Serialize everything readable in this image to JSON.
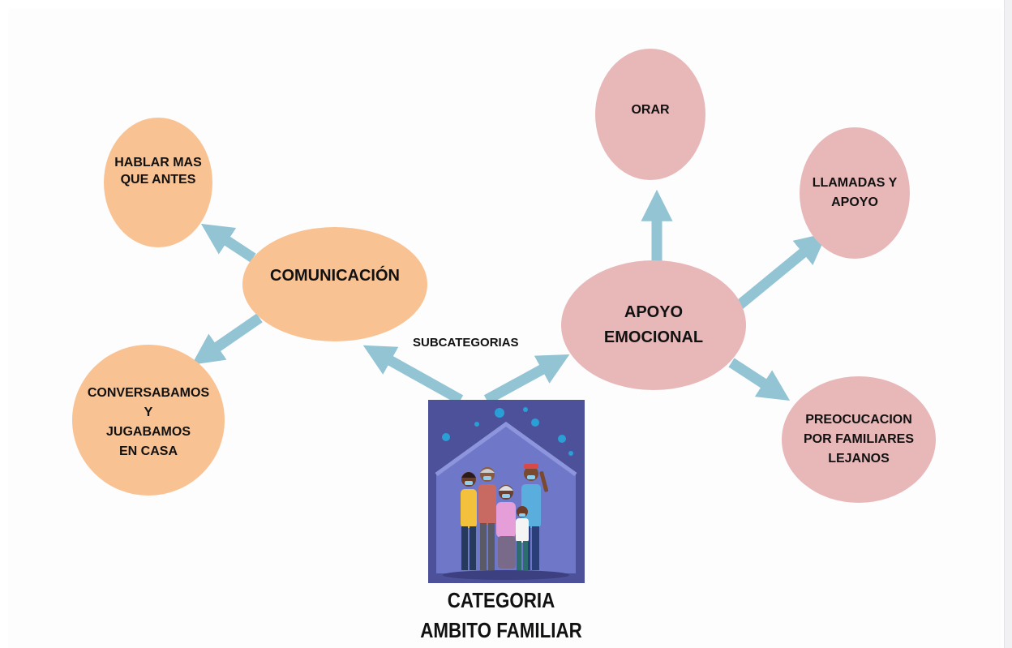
{
  "diagram": {
    "subcategories_label": "SUBCATEGORIAS",
    "category_title": "CATEGORIA\nAMBITO FAMILIAR",
    "nodes": {
      "comunicacion": "COMUNICACIÓN",
      "hablar": "HABLAR MAS\nQUE ANTES",
      "conversabamos": "CONVERSABAMOS\nY\nJUGABAMOS\nEN CASA",
      "apoyo": "APOYO\nEMOCIONAL",
      "orar": "ORAR",
      "llamadas": "LLAMADAS Y\nAPOYO",
      "preocupacion": "PREOCUCACION\nPOR FAMILIARES\nLEJANOS"
    },
    "colors": {
      "orange_node": "#f9c293",
      "pink_node": "#e8b8b9",
      "arrow": "#92c4d4",
      "picture_bg": "#4c5199"
    },
    "picture_icon": "family-house-illustration"
  }
}
